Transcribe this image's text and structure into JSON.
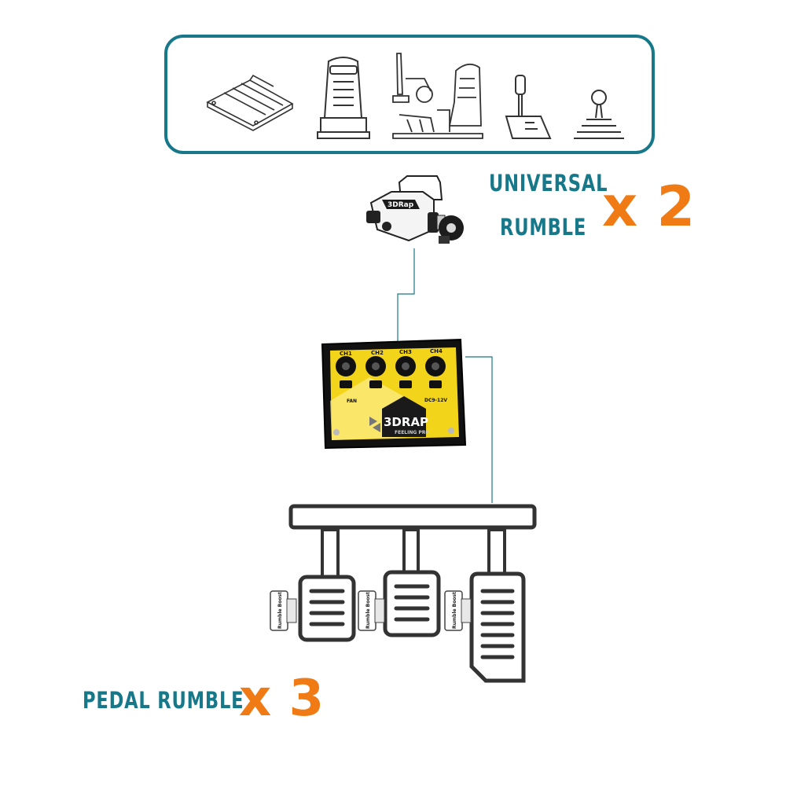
{
  "accent_color": "#17788a",
  "highlight_color": "#f07a14",
  "mounting_options": [
    "mounting-plate-icon",
    "racing-seat-icon",
    "sim-rig-cockpit-icon",
    "sequential-shifter-icon",
    "h-pattern-shifter-icon"
  ],
  "universal_rumble": {
    "label_line1": "UNIVERSAL",
    "label_line2": "RUMBLE",
    "count": "x 2",
    "device_icon": "universal-rumble-motor-icon",
    "device_brand": "3DRap"
  },
  "controller": {
    "brand": "3DRAP",
    "model": "FEELING PRO",
    "channels": [
      "CH1",
      "CH2",
      "CH3",
      "CH4"
    ],
    "fan_label": "FAN",
    "power_label": "DC9-12V",
    "panel_color": "#f2d41a"
  },
  "pedal_rumble": {
    "label": "PEDAL RUMBLE",
    "count": "x 3",
    "pedals": [
      "pedal-left-icon",
      "pedal-middle-icon",
      "pedal-right-icon"
    ],
    "motor_label": "Rumble Boost"
  }
}
